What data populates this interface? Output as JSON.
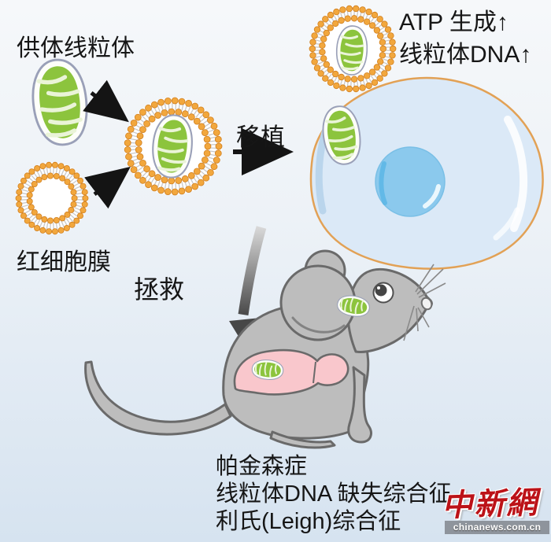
{
  "labels": {
    "donor_mitochondria": "供体线粒体",
    "rbc_membrane": "红细胞膜",
    "transplant": "移植",
    "rescue": "拯救",
    "atp_increase": "ATP 生成↑",
    "mtdna_increase": "线粒体DNA↑",
    "disease_parkinsons": "帕金森症",
    "disease_mtdna_depletion": "线粒体DNA 缺失综合征",
    "disease_leigh": "利氏(Leigh)综合征"
  },
  "watermark": {
    "logo_text": "中新網",
    "site": "chinanews.com.cn"
  },
  "icons": {
    "mitochondrion": "green-bean-organelle-icon",
    "membrane_vesicle": "lipid-bilayer-ring-icon",
    "cell": "blue-cell-with-nucleus-icon",
    "mouse": "gray-mouse-icon",
    "liver": "pink-liver-icon",
    "arrow": "black-arrow-icon",
    "rescue_arrow": "gray-curved-arrow-icon"
  },
  "colors": {
    "mito_green": "#8cc43d",
    "mito_crista": "#eaf4d8",
    "mito_outline": "#9aa0b8",
    "membrane_bead": "#f2a73d",
    "membrane_bead_edge": "#d07f1f",
    "membrane_tail": "#c9c9c9",
    "cell_fill": "#dbe9f7",
    "cell_outline": "#e2a155",
    "nucleus_blue": "#8bc9ed",
    "mouse_gray": "#bdbdbd",
    "mouse_outline": "#6a6a6a",
    "liver_pink": "#f9c7cc",
    "arrow_black": "#141414",
    "logo_red": "#bc1218",
    "background_top": "#f6f8fa",
    "background_bottom": "#d6e3f0"
  }
}
